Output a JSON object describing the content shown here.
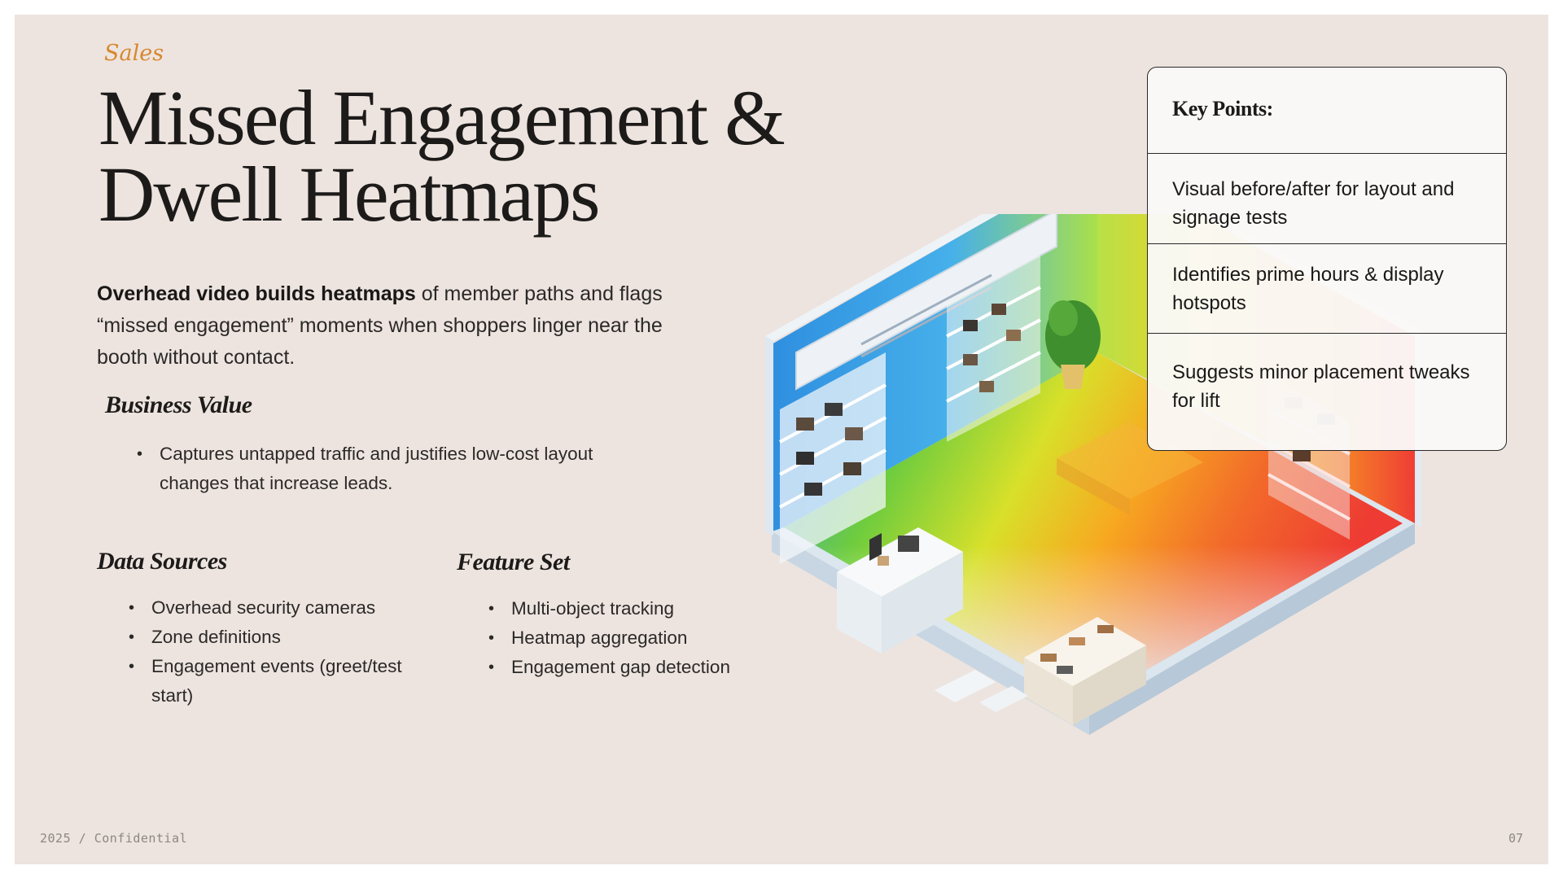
{
  "slide": {
    "eyebrow": "Sales",
    "title_line1": "Missed Engagement &",
    "title_line2": "Dwell Heatmaps",
    "lead_bold": "Overhead video builds heatmaps",
    "lead_rest": " of member paths and flags “missed engagement” moments when shoppers linger near the booth without contact.",
    "business_value": {
      "heading": "Business Value",
      "items": [
        "Captures untapped traffic and justifies low-cost layout changes that increase leads."
      ]
    },
    "data_sources": {
      "heading": "Data Sources",
      "items": [
        "Overhead security cameras",
        "Zone definitions",
        "Engagement events (greet/test start)"
      ]
    },
    "feature_set": {
      "heading": "Feature Set",
      "items": [
        "Multi-object tracking",
        "Heatmap aggregation",
        "Engagement gap detection"
      ]
    },
    "key_points": {
      "heading": "Key Points:",
      "items": [
        "Visual before/after for layout and signage tests",
        "Identifies prime hours & display hotspots",
        "Suggests minor placement tweaks for lift"
      ]
    },
    "illustration": {
      "subject": "isometric-store-heatmap-illustration",
      "colors": {
        "cool": "#3aa0e8",
        "mid": "#8fd13a",
        "warm": "#f7b81c",
        "hot": "#ee3b33",
        "floor": "#dfe9f2"
      }
    },
    "footer": {
      "left": "2025 / Confidential",
      "page_number": "07"
    }
  }
}
